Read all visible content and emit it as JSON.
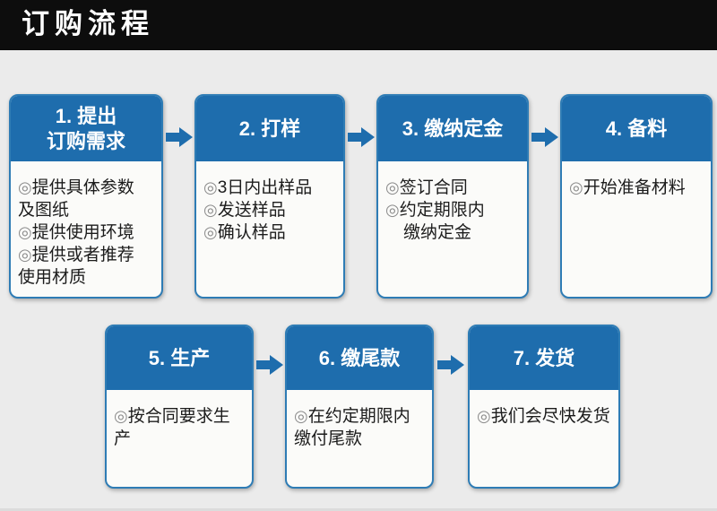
{
  "header": {
    "title": "订购流程"
  },
  "colors": {
    "accent_blue": "#1e6dad",
    "bar_black": "#0d0d0d",
    "page_bg": "#ebebeb"
  },
  "flow": {
    "rows": [
      {
        "steps": [
          {
            "title_lines": [
              "1. 提出",
              "订购需求"
            ],
            "items": [
              {
                "bullet": "◎",
                "lines": [
                  "提供具体参数",
                  "及图纸"
                ],
                "indent": false
              },
              {
                "bullet": "◎",
                "lines": [
                  "提供使用环境"
                ],
                "indent": false
              },
              {
                "bullet": "◎",
                "lines": [
                  "提供或者推荐",
                  "使用材质"
                ],
                "indent": false
              }
            ]
          },
          {
            "title_lines": [
              "2. 打样"
            ],
            "items": [
              {
                "bullet": "◎",
                "lines": [
                  "3日内出样品"
                ],
                "indent": false
              },
              {
                "bullet": "◎",
                "lines": [
                  "发送样品"
                ],
                "indent": false
              },
              {
                "bullet": "◎",
                "lines": [
                  "确认样品"
                ],
                "indent": false
              }
            ]
          },
          {
            "title_lines": [
              "3. 缴纳定金"
            ],
            "items": [
              {
                "bullet": "◎",
                "lines": [
                  "签订合同"
                ],
                "indent": false
              },
              {
                "bullet": "◎",
                "lines": [
                  "约定期限内",
                  "缴纳定金"
                ],
                "indent": true
              }
            ]
          },
          {
            "title_lines": [
              "4. 备料"
            ],
            "items": [
              {
                "bullet": "◎",
                "lines": [
                  "开始准备材料"
                ],
                "indent": false
              }
            ]
          }
        ]
      },
      {
        "steps": [
          {
            "title_lines": [
              "5. 生产"
            ],
            "items": [
              {
                "bullet": "◎",
                "lines": [
                  "按合同要求生产"
                ],
                "indent": false
              }
            ]
          },
          {
            "title_lines": [
              "6. 缴尾款"
            ],
            "items": [
              {
                "bullet": "◎",
                "lines": [
                  "在约定期限内",
                  "缴付尾款"
                ],
                "indent": false
              }
            ]
          },
          {
            "title_lines": [
              "7. 发货"
            ],
            "items": [
              {
                "bullet": "◎",
                "lines": [
                  "我们会尽快发货"
                ],
                "indent": false
              }
            ]
          }
        ]
      }
    ]
  }
}
